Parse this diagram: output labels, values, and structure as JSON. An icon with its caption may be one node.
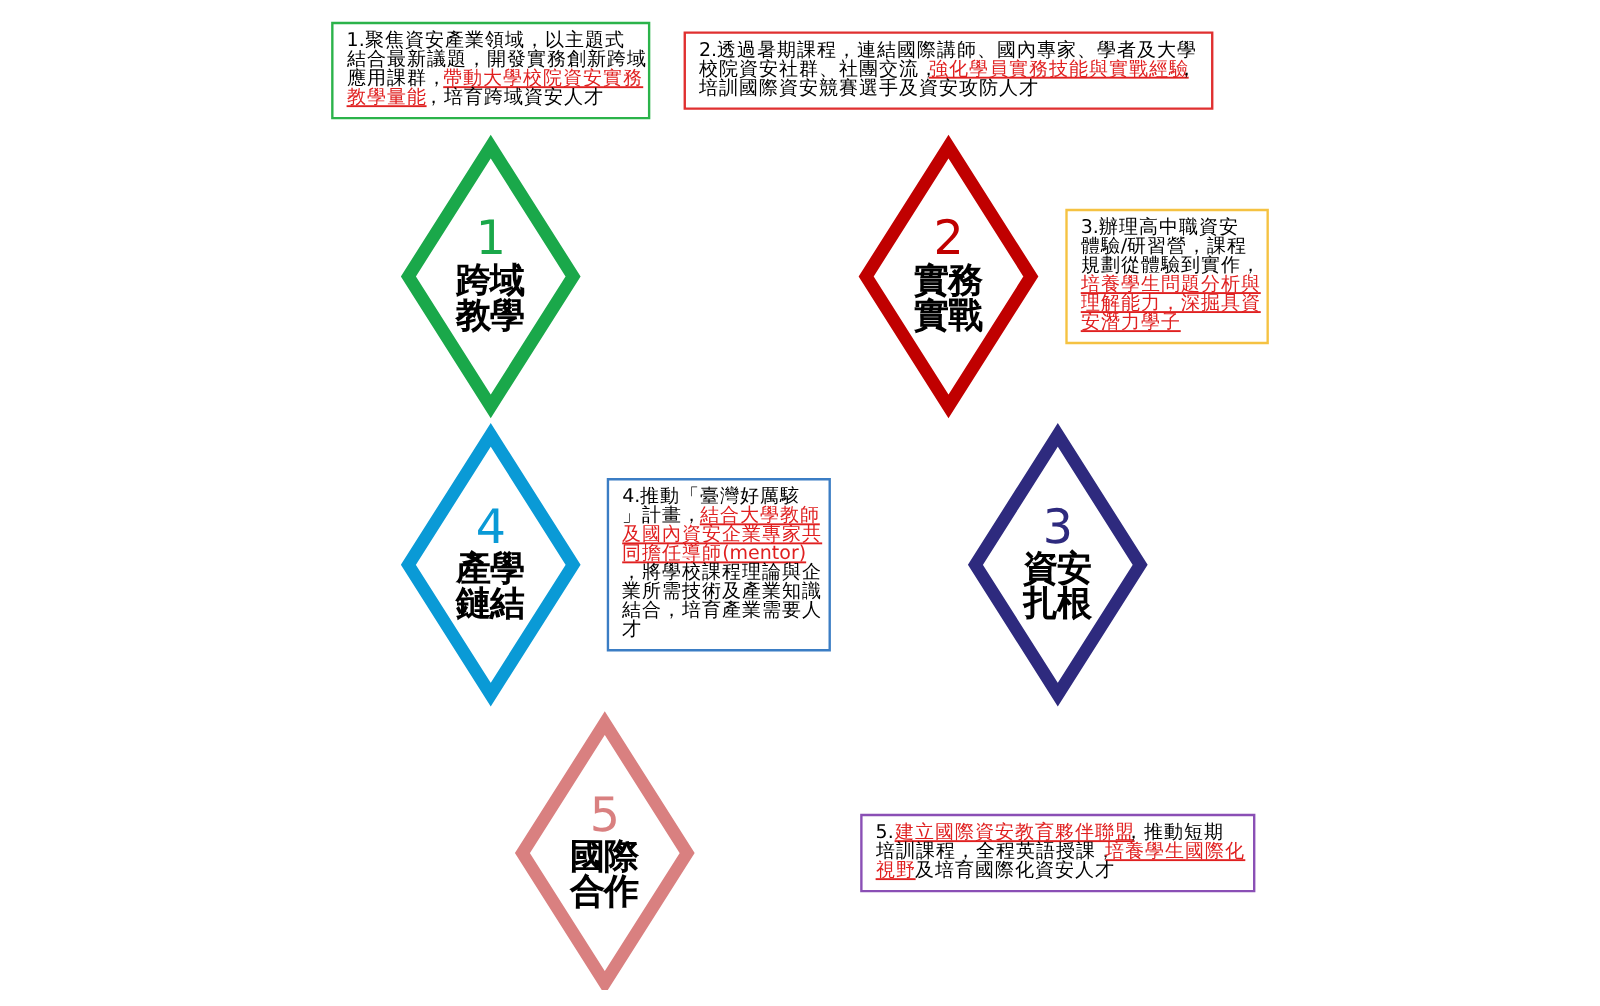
{
  "diagram": {
    "nodes": [
      {
        "text": [
          "1.聚焦資安產業領域，以主題式結合最新議題，開發實務創新跨域應用課群，**帶動大學校院資安實務教學量能**，培育跨域資安人才"
        ]
      },
      {
        "text": [
          "2.透過暑期課程，連結國際講師、國內專家、學者及大學校院資安社群、社團交流，**強化學員實務技能與實戰經驗**，培訓國際資安競賽選手及資安攻防人才"
        ]
      },
      {
        "text": [
          "1",
          "跨域教學"
        ]
      },
      {
        "text": [
          "2",
          "實務實戰"
        ]
      },
      {
        "text": [
          "3.辦理高中職資安體驗/研習營，課程規劃從體驗到實作，**培養學生問題分析與理解能力，深掘具資安潛力學子**"
        ]
      },
      {
        "text": [
          "4.推動「臺灣好厲駭」計畫，**結合大學教師及國內資安企業專家共同擔任導師(mentor)** ，將學校課程理論與企業所需技術及產業知識結合，培育產業需要人才"
        ]
      },
      {
        "text": [
          "4",
          "產學鏈結"
        ]
      },
      {
        "text": [
          "3",
          "資安扎根"
        ]
      },
      {
        "text": [
          "5",
          "國際合作"
        ]
      },
      {
        "text": [
          "5.**建立國際資安教育夥伴聯盟**，推動短期培訓課程，全程英語授課，**培養學生國際化視野**及培育國際化資安人才"
        ]
      }
    ],
    "edges": []
  }
}
